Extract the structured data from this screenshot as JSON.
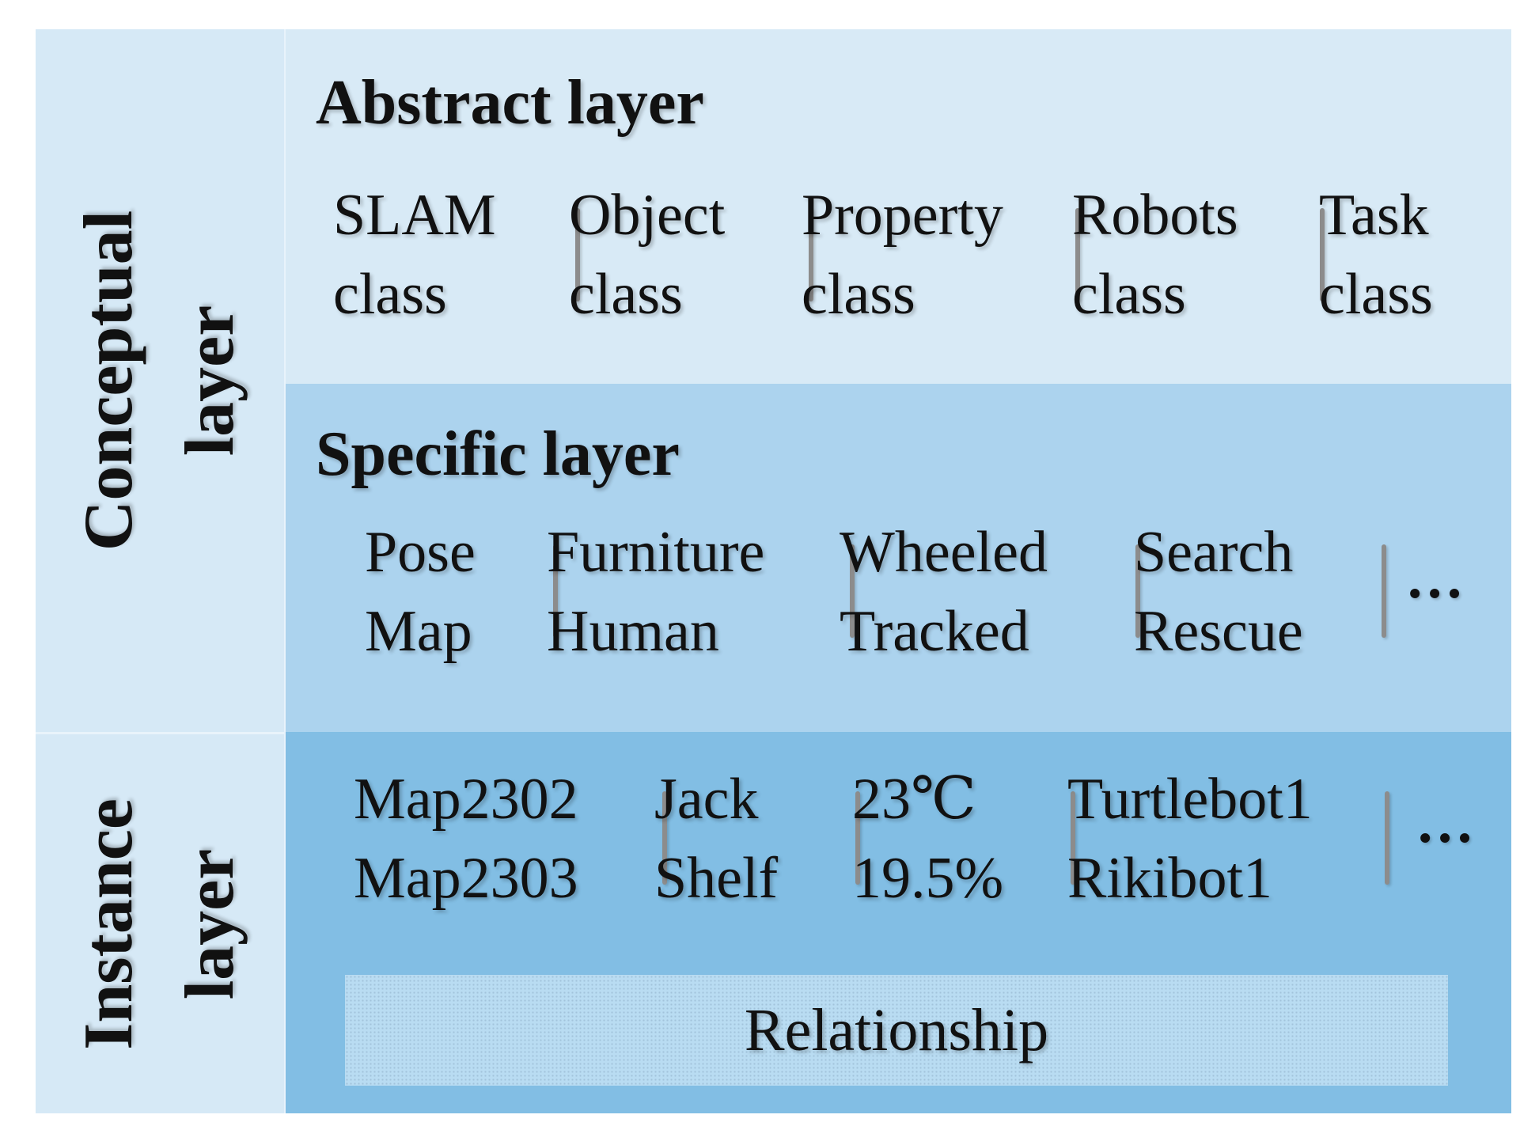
{
  "conceptual_layer": {
    "line1": "Conceptual",
    "line2": "layer"
  },
  "instance_layer": {
    "line1": "Instance",
    "line2": "layer"
  },
  "abstract_layer": {
    "title": "Abstract layer",
    "items": [
      {
        "line1": "SLAM",
        "line2": "class"
      },
      {
        "line1": "Object",
        "line2": "class"
      },
      {
        "line1": "Property",
        "line2": "class"
      },
      {
        "line1": "Robots",
        "line2": "class"
      },
      {
        "line1": "Task",
        "line2": "class"
      }
    ]
  },
  "specific_layer": {
    "title": "Specific layer",
    "items": [
      {
        "line1": "Pose",
        "line2": "Map"
      },
      {
        "line1": "Furniture",
        "line2": "Human"
      },
      {
        "line1": "Wheeled",
        "line2": "Tracked"
      },
      {
        "line1": "Search",
        "line2": "Rescue"
      }
    ],
    "ellipsis": "…"
  },
  "instances": {
    "items": [
      {
        "line1": "Map2302",
        "line2": "Map2303"
      },
      {
        "line1": "Jack",
        "line2": "Shelf"
      },
      {
        "line1": "23℃",
        "line2": "19.5%"
      },
      {
        "line1": "Turtlebot1",
        "line2": "Rikibot1"
      }
    ],
    "ellipsis": "…",
    "relationship": "Relationship"
  },
  "colors": {
    "abstract_bg": "#d8eaf6",
    "specific_bg": "#acd3ee",
    "instance_bg": "#82bee4",
    "side_bg": "#d6e9f6",
    "separator": "#8c8c8c"
  }
}
